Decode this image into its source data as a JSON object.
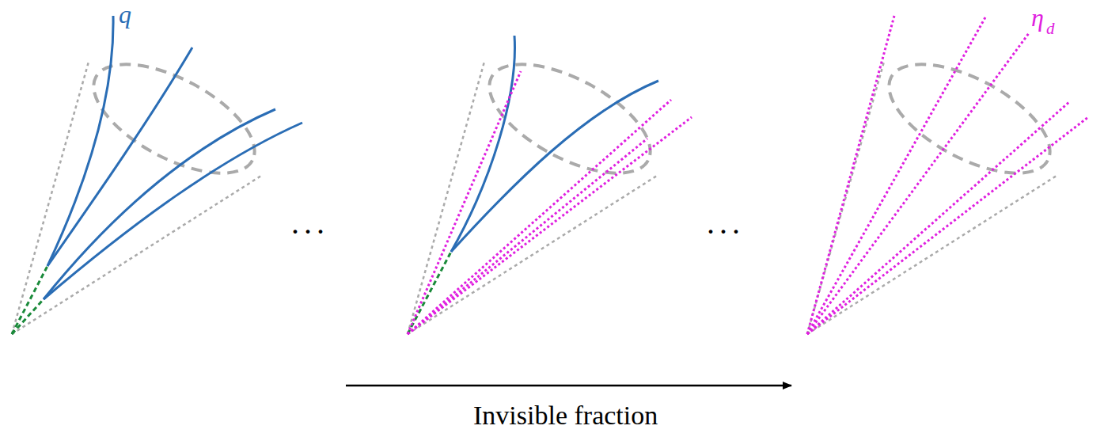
{
  "diagram": {
    "labels": [
      "q",
      "...",
      "...",
      "η",
      "d",
      "Invisible fraction"
    ]
  }
}
